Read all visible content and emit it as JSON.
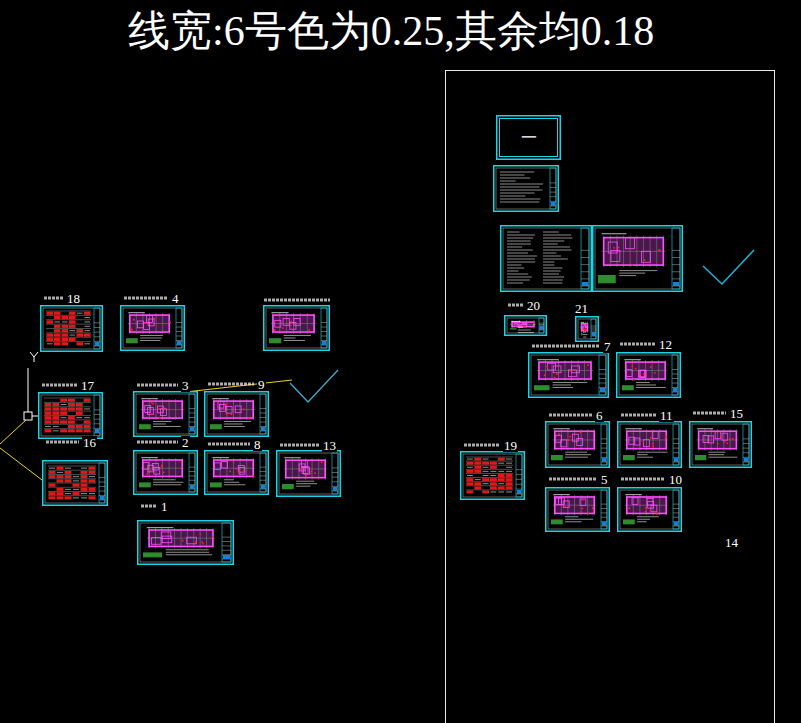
{
  "diagram": {
    "title": "线宽:6号色为0.25,其余均0.18",
    "nodes": [
      {
        "text": [
          "18"
        ]
      },
      {
        "text": [
          "4"
        ]
      },
      {
        "text": [
          "17"
        ]
      },
      {
        "text": [
          "3"
        ]
      },
      {
        "text": [
          "9"
        ]
      },
      {
        "text": [
          "16"
        ]
      },
      {
        "text": [
          "2"
        ]
      },
      {
        "text": [
          "8"
        ]
      },
      {
        "text": [
          "13"
        ]
      },
      {
        "text": [
          "1"
        ]
      },
      {
        "text": [
          "14"
        ]
      },
      {
        "text": [
          "一"
        ],
        "in": 10
      },
      {
        "text": [
          "20"
        ],
        "in": 10
      },
      {
        "text": [
          "21"
        ],
        "in": 10
      },
      {
        "text": [
          "7"
        ],
        "in": 10
      },
      {
        "text": [
          "12"
        ],
        "in": 10
      },
      {
        "text": [
          "6"
        ],
        "in": 10
      },
      {
        "text": [
          "11"
        ],
        "in": 10
      },
      {
        "text": [
          "15"
        ],
        "in": 10
      },
      {
        "text": [
          "19"
        ],
        "in": 10
      },
      {
        "text": [
          "5"
        ],
        "in": 10
      },
      {
        "text": [
          "10"
        ],
        "in": 10
      }
    ]
  }
}
